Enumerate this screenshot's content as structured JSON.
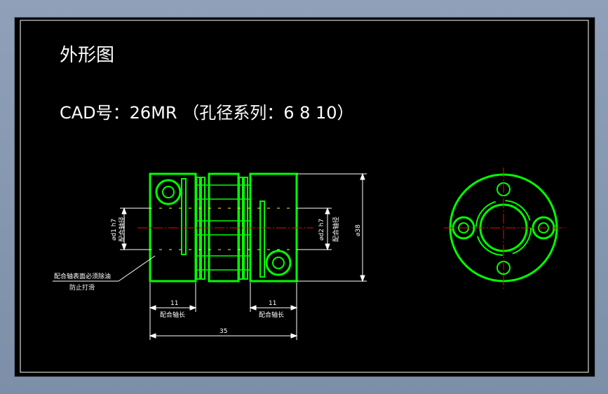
{
  "drawing": {
    "title": "外形图",
    "cad_label": "CAD号：26MR （孔径系列：6   8   10）"
  },
  "dimensions": {
    "left_hub_length": "11",
    "right_hub_length": "11",
    "total_length": "35",
    "outer_diameter": "⌀38",
    "d1": "⌀d1 h7",
    "d1_note": "配合轴径",
    "d2": "⌀d2 h7",
    "d2_note": "配合轴径",
    "left_len_note": "配合轴长",
    "right_len_note": "配合轴长",
    "surface_note_line1": "配合轴表面必须除油",
    "surface_note_line2": "防止打滑"
  },
  "colors": {
    "outline": "#00ff00",
    "centerline": "#ff0000",
    "dimension": "#ffffff",
    "hidden": "#ffff00",
    "background": "#000000"
  }
}
